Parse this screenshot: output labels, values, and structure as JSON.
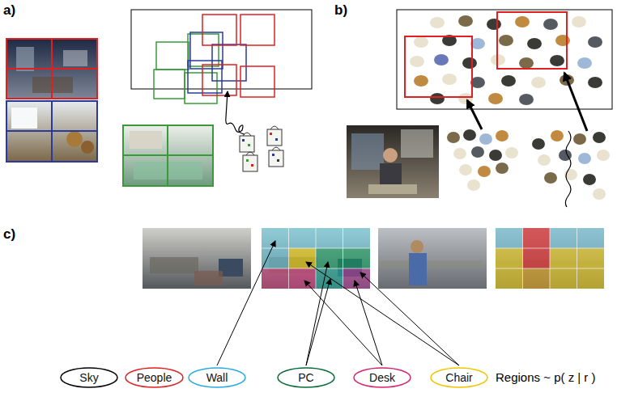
{
  "diagram": {
    "nodes": [
      {
        "text": [
          "Sky"
        ]
      },
      {
        "text": [
          "People"
        ]
      },
      {
        "text": [
          "Wall"
        ]
      },
      {
        "text": [
          "PC"
        ]
      },
      {
        "text": [
          "Desk"
        ]
      },
      {
        "text": [
          "Chair"
        ]
      }
    ],
    "labels": [
      "a)",
      "b)",
      "c)",
      "Regions ~ p( z | r )"
    ]
  }
}
